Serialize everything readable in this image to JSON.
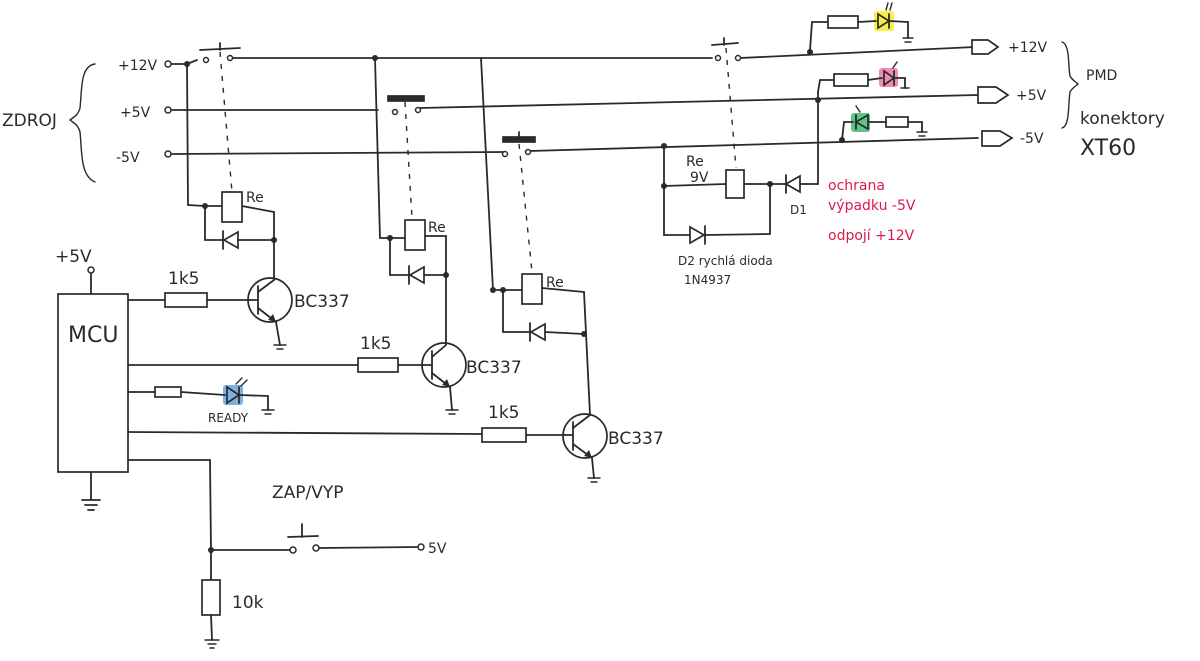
{
  "labels": {
    "source_group": "ZDROJ",
    "input_12v": "+12V",
    "input_5v": "+5V",
    "input_neg5v": "-5V",
    "mcu": "MCU",
    "mcu_supply": "+5V",
    "relay": "Re",
    "relay_12v_name": "Re",
    "relay_12v_voltage": "9V",
    "r1": "1k5",
    "r2": "1k5",
    "r3": "1k5",
    "q1": "BC337",
    "q2": "BC337",
    "q3": "BC337",
    "ready": "READY",
    "switch": "ZAP/VYP",
    "switch_supply": "5V",
    "pulldown": "10k",
    "out_12v": "+12V",
    "out_5v": "+5V",
    "out_neg5v": "-5V",
    "connectors_line1": "PMD",
    "connectors_line2": "konektory",
    "connectors_line3": "XT60",
    "d1": "D1",
    "d2": "D2 rychlá dioda",
    "d2_part": "1N4937",
    "note_line1": "ochrana",
    "note_line2": "výpadku  -5V",
    "note_line3": "odpojí  +12V"
  },
  "colors": {
    "led_12v": "#f5ef4a",
    "led_5v": "#f08bb4",
    "led_neg5v": "#5dc486",
    "led_ready": "#7fb0e3",
    "note": "#d81b4a"
  }
}
